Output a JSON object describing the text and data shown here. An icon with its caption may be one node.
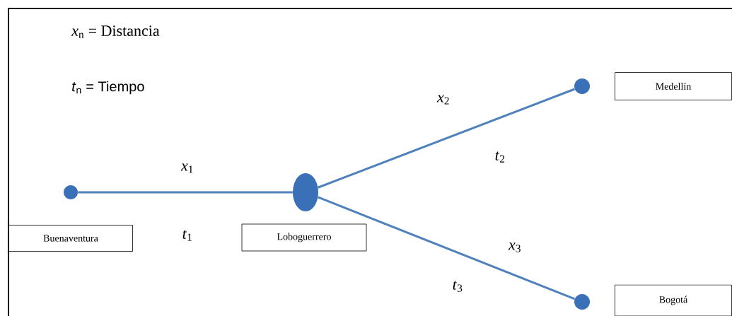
{
  "diagram": {
    "nodes": [
      {
        "text": [],
        "shape": "circle"
      },
      {
        "text": [],
        "shape": "circle"
      },
      {
        "text": [],
        "shape": "circle"
      },
      {
        "text": [],
        "shape": "circle"
      },
      {
        "text": [
          "Medellín"
        ]
      },
      {
        "text": [
          "Buenaventura"
        ]
      },
      {
        "text": [
          "Loboguerrero"
        ]
      },
      {
        "text": [
          "Bogotá"
        ]
      }
    ],
    "edges": [
      {
        "from": 0,
        "to": 1,
        "arrow": "none",
        "label": "*x*$_{1}$"
      },
      {
        "from": 1,
        "to": 2,
        "arrow": "none",
        "label": "*x*$_{2}$"
      },
      {
        "from": 1,
        "to": 3,
        "arrow": "none",
        "label": "*x*$_{3}$"
      }
    ],
    "labels": [
      "*x*$_{n}$ = Distancia",
      "*t*$_{n}$ = Tiempo",
      "*t*$_{2}$",
      "*t*$_{1}$",
      "*t*$_{3}$"
    ]
  }
}
